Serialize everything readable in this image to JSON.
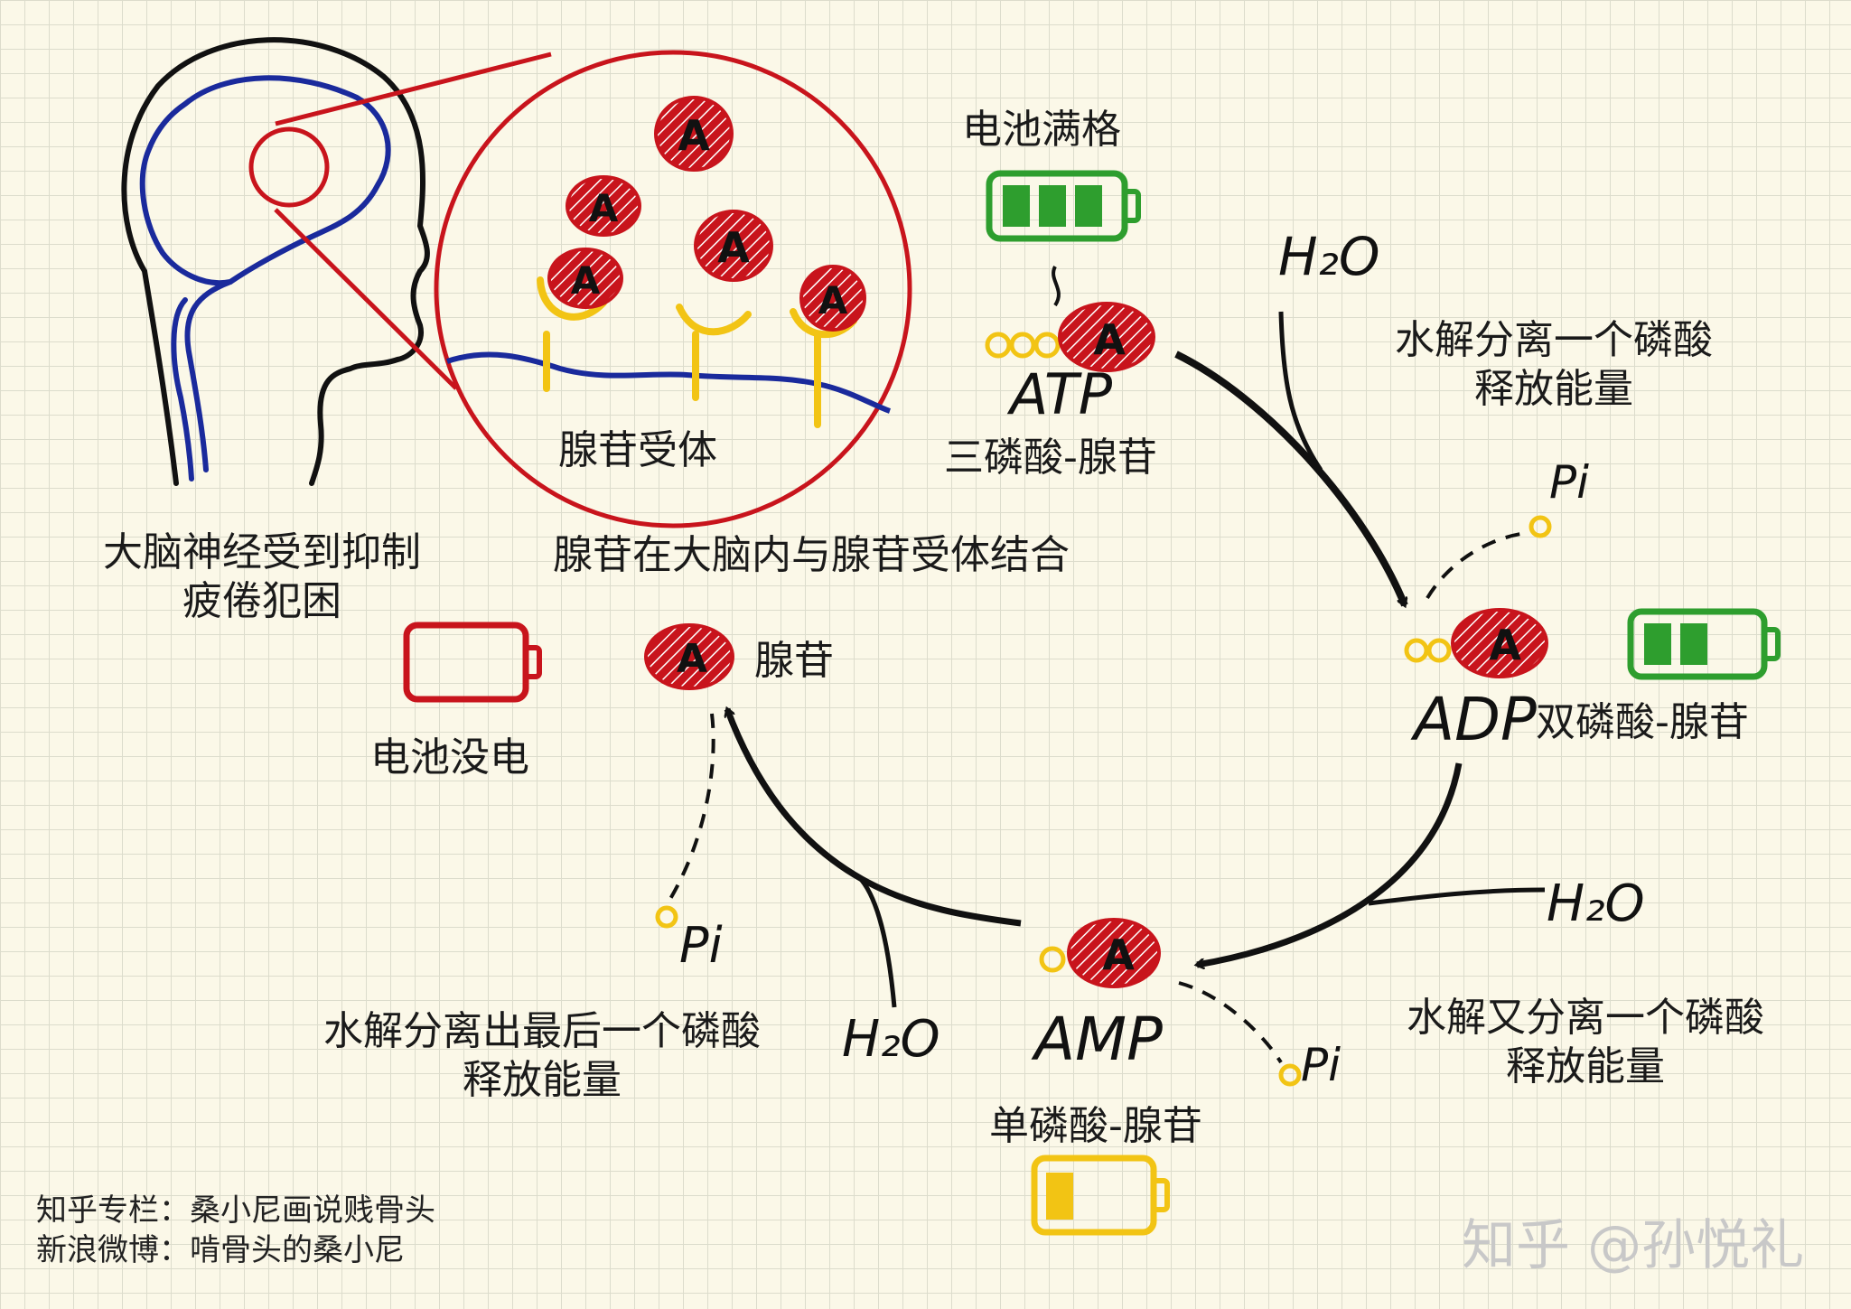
{
  "labels": {
    "brain_caption_line1": "大脑神经受到抑制",
    "brain_caption_line2": "疲倦犯困",
    "receptor_label": "腺苷受体",
    "binding_caption": "腺苷在大脑内与腺苷受体结合",
    "battery_full": "电池满格",
    "battery_empty": "电池没电",
    "atp": "ATP",
    "atp_name": "三磷酸-腺苷",
    "adp": "ADP",
    "adp_name": "双磷酸-腺苷",
    "amp": "AMP",
    "amp_name": "单磷酸-腺苷",
    "adenosine": "腺苷",
    "adenine_letter": "A",
    "h2o": "H₂O",
    "pi": "Pi",
    "step1_line1": "水解分离一个磷酸",
    "step1_line2": "释放能量",
    "step2_line1": "水解又分离一个磷酸",
    "step2_line2": "释放能量",
    "step3_line1": "水解分离出最后一个磷酸",
    "step3_line2": "释放能量"
  },
  "credits": {
    "zhihu_column": "知乎专栏：桑小尼画说贱骨头",
    "weibo": "新浪微博：啃骨头的桑小尼"
  },
  "watermark": "知乎 @孙悦礼",
  "colors": {
    "adenosine_red": "#c8141c",
    "receptor_yellow": "#f2c414",
    "battery_green": "#2e9e2e",
    "battery_red": "#c8141c",
    "battery_yellow": "#f2c414",
    "brain_blue": "#1a2a9c",
    "ink": "#111111"
  },
  "icons": [
    "head-silhouette",
    "brain-outline",
    "magnifier-circle",
    "battery-full-icon",
    "battery-two-thirds-icon",
    "battery-low-icon",
    "battery-empty-icon"
  ]
}
